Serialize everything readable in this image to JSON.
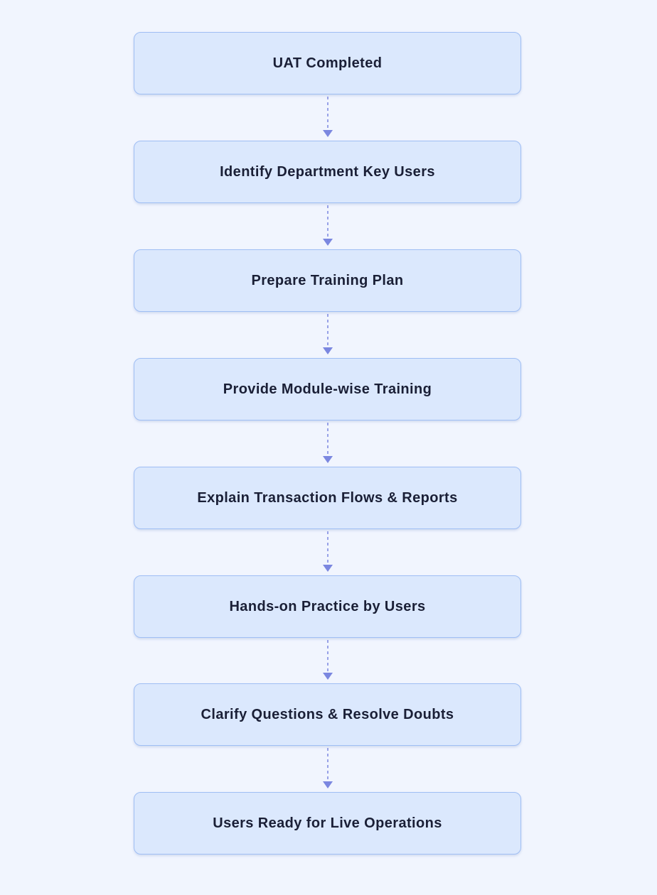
{
  "diagram": {
    "type": "flowchart",
    "direction": "top-to-bottom",
    "steps": [
      {
        "label": "UAT Completed"
      },
      {
        "label": "Identify Department Key Users"
      },
      {
        "label": "Prepare Training Plan"
      },
      {
        "label": "Provide Module-wise Training"
      },
      {
        "label": "Explain Transaction Flows & Reports"
      },
      {
        "label": "Hands-on Practice by Users"
      },
      {
        "label": "Clarify Questions & Resolve Doubts"
      },
      {
        "label": "Users Ready for Live Operations"
      }
    ],
    "colors": {
      "background": "#f1f5fe",
      "box_fill": "#dbe8fd",
      "box_border": "#9fbef4",
      "text": "#1a1f36",
      "connector": "#7b87e0"
    }
  }
}
